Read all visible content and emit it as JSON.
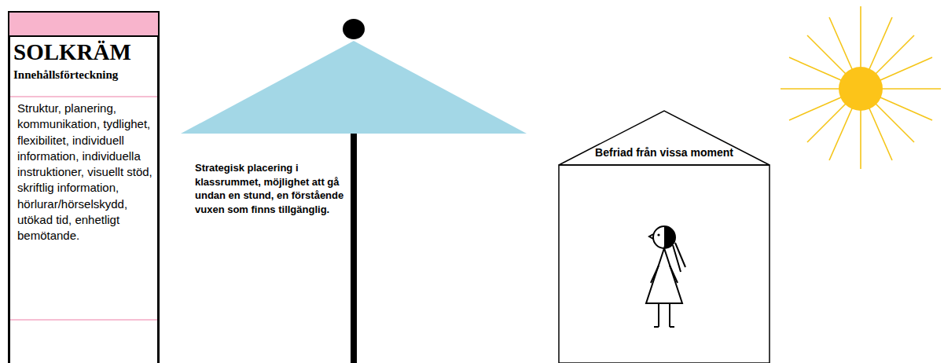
{
  "diagram": {
    "nodes": [
      {
        "text": [
          "SOLKRÄM",
          "Innehållsförteckning",
          "Struktur, planering, kommunikation, tydlighet, flexibilitet, individuell information, individuella instruktioner, visuellt stöd, skriftlig information, hörlurar/hörselskydd, utökad tid, enhetligt bemötande."
        ]
      },
      {
        "text": [
          "Befriad från vissa moment"
        ]
      }
    ],
    "labels": [
      "Strategisk placering i klassrummet, möjlighet att gå undan en stund, en förstående vuxen som finns tillgänglig."
    ]
  }
}
